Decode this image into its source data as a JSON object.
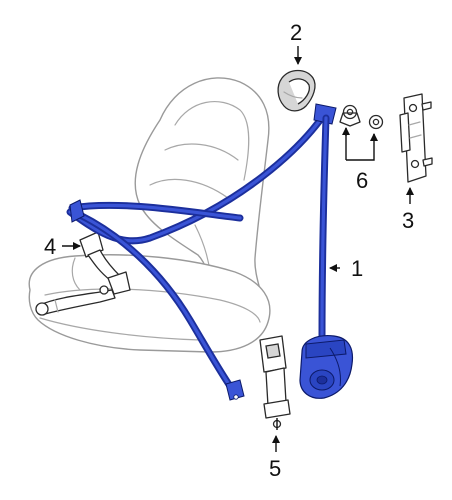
{
  "colors": {
    "belt": "#3a54d6",
    "belt_outline": "#1c2f9c",
    "seat_outline": "#9a9a9a",
    "callout_text": "#111111",
    "background": "#ffffff"
  },
  "callouts": [
    {
      "number": "1"
    },
    {
      "number": "2"
    },
    {
      "number": "3"
    },
    {
      "number": "4"
    },
    {
      "number": "5"
    },
    {
      "number": "6"
    }
  ]
}
